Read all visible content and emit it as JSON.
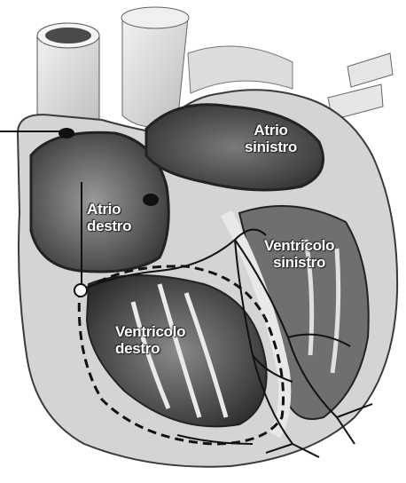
{
  "labels": {
    "right_atrium": {
      "line1": "Atrio",
      "line2": "destro"
    },
    "left_atrium": {
      "line1": "Atrio",
      "line2": "sinistro"
    },
    "right_ventricle": {
      "line1": "Ventricolo",
      "line2": "destro"
    },
    "left_ventricle": {
      "line1": "Ventricolo",
      "line2": "sinistro"
    }
  },
  "colors": {
    "background": "#ffffff",
    "ink": "#1a1a1a",
    "label_text": "#ffffff"
  }
}
